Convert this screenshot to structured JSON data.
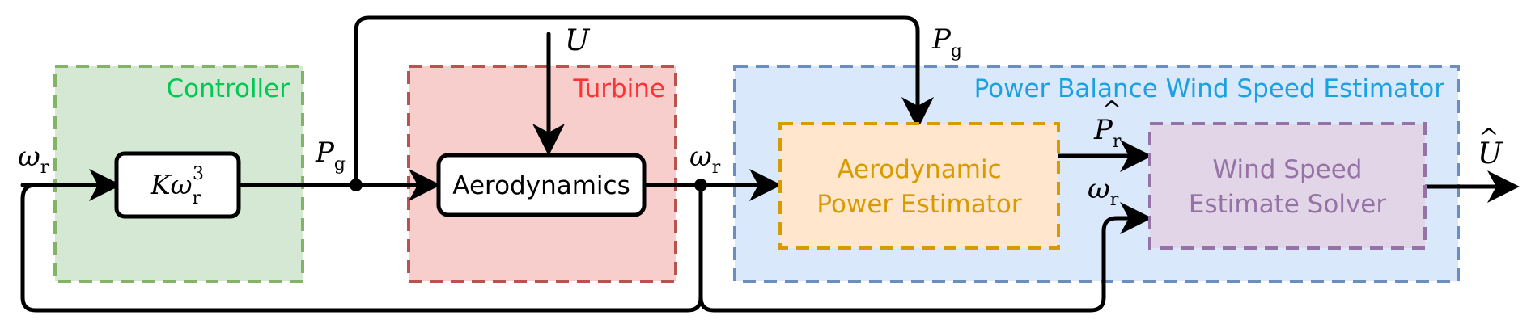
{
  "groups": {
    "controller": {
      "label": "Controller",
      "color": "#00c853",
      "fill": "#d5e8d4",
      "border": "#82b366"
    },
    "turbine": {
      "label": "Turbine",
      "color": "#ff3333",
      "fill": "#f8cecc",
      "border": "#b85450"
    },
    "estimator": {
      "label": "Power Balance Wind Speed Estimator",
      "color": "#1ba1e2",
      "fill": "#dae8fc",
      "border": "#6c8ebf"
    }
  },
  "blocks": {
    "gain": {
      "main": "Kω",
      "sup": "3",
      "sub": "r"
    },
    "aero": {
      "label": "Aerodynamics"
    },
    "power_estimator": {
      "line1": "Aerodynamic",
      "line2": "Power Estimator",
      "color": "#d79b00",
      "fill": "#ffe6cc",
      "border": "#d79b00"
    },
    "solver": {
      "line1": "Wind Speed",
      "line2": "Estimate Solver",
      "color": "#9673a6",
      "fill": "#e1d5e7",
      "border": "#9673a6"
    }
  },
  "signals": {
    "omega_in": {
      "main": "ω",
      "sub": "r"
    },
    "pg_left": {
      "main": "P",
      "sub": "g"
    },
    "u_in": {
      "main": "U"
    },
    "pg_top": {
      "main": "P",
      "sub": "g"
    },
    "omega_mid": {
      "main": "ω",
      "sub": "r"
    },
    "pr_hat": {
      "main": "P",
      "hat": "^",
      "sub": "r"
    },
    "omega_solver": {
      "main": "ω",
      "sub": "r"
    },
    "u_out": {
      "main": "U",
      "hat": "^"
    }
  }
}
